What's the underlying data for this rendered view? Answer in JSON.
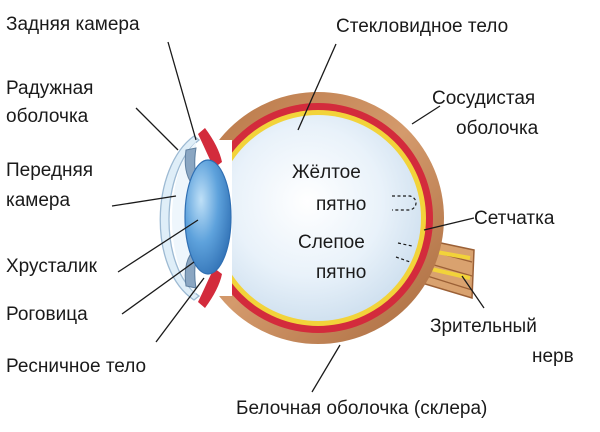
{
  "labels": {
    "posterior_chamber": "Задняя камера",
    "iris_line1": "Радужная",
    "iris_line2": "оболочка",
    "anterior_chamber_line1": "Передняя",
    "anterior_chamber_line2": "камера",
    "lens": "Хрусталик",
    "cornea": "Роговица",
    "ciliary_body": "Ресничное тело",
    "vitreous_body": "Стекловидное тело",
    "choroid_line1": "Сосудистая",
    "choroid_line2": "оболочка",
    "macula_line1": "Жёлтое",
    "macula_line2": "пятно",
    "blind_spot_line1": "Слепое",
    "blind_spot_line2": "пятно",
    "retina": "Сетчатка",
    "optic_nerve_line1": "Зрительный",
    "optic_nerve_line2": "нерв",
    "sclera": "Белочная оболочка (склера)"
  },
  "colors": {
    "sclera": "#c98a5e",
    "choroid": "#d32b3c",
    "retina": "#f2d33a",
    "vitreous": "#e6f1fa",
    "lens": "#4b8fd0",
    "iris": "#8aa6c2",
    "cornea": "#dfeef8"
  }
}
